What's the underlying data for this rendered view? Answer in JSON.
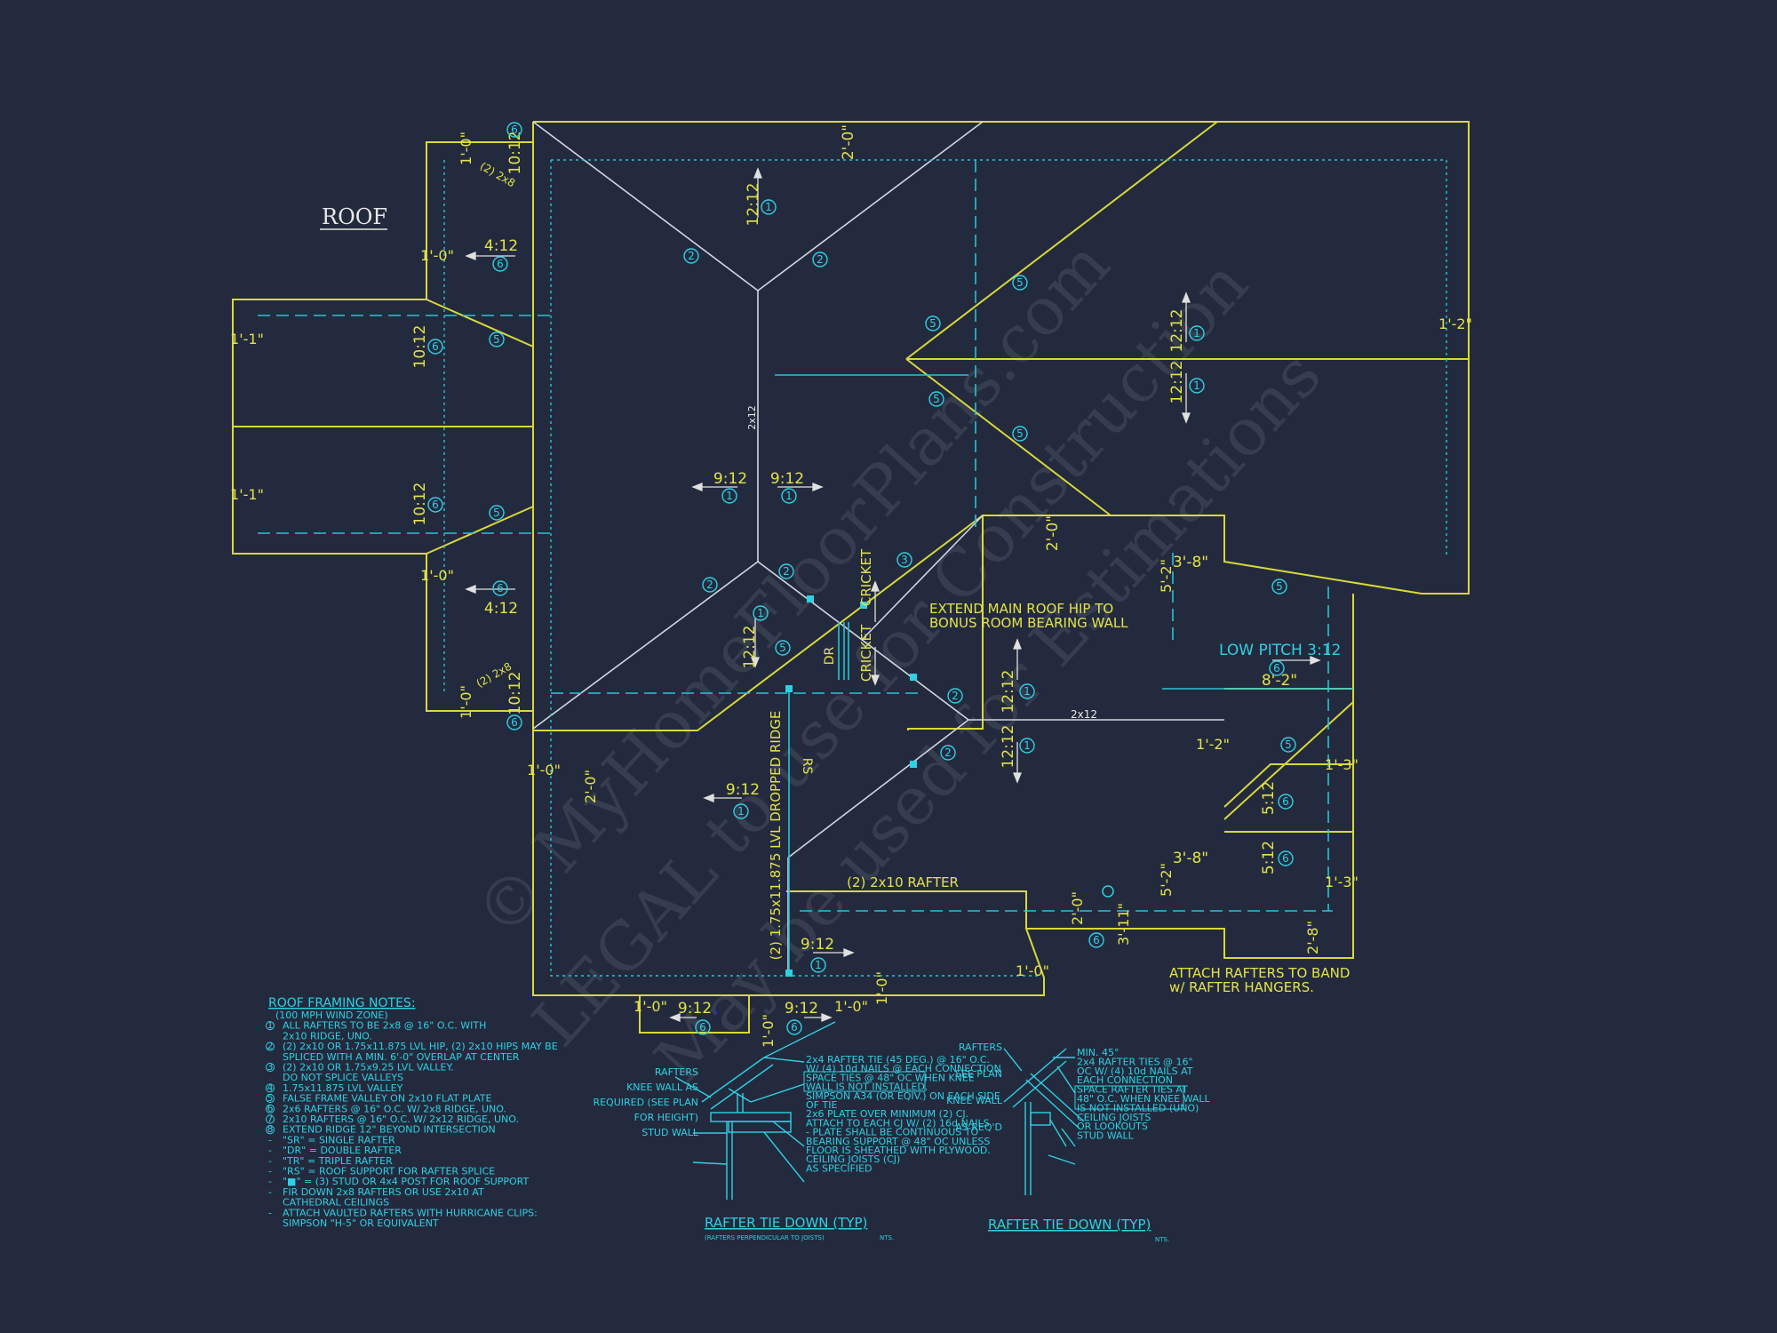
{
  "sheet_title": "ROOF",
  "callouts": {
    "extend_hip": [
      "EXTEND MAIN ROOF HIP TO",
      "BONUS ROOM BEARING WALL"
    ],
    "attach_band": [
      "ATTACH RAFTERS TO BAND",
      "w/ RAFTER HANGERS."
    ],
    "low_pitch": "LOW PITCH 3:12",
    "dropped_ridge": "(2) 1.75x11.875 LVL DROPPED RIDGE",
    "rafter_2x10": "(2) 2x10 RAFTER",
    "cricket": "CRICKET",
    "dr": "DR",
    "rs": "RS",
    "ridge_2x12": "2x12",
    "two_2x8": "(2) 2x8"
  },
  "pitches": {
    "p12": "12:12",
    "p9": "9:12",
    "p4": "4:12",
    "p10": "10:12",
    "p5": "5:12"
  },
  "dims": {
    "d1_0": "1'-0\"",
    "d2_0": "2'-0\"",
    "d1_1": "1'-1\"",
    "d1_2": "1'-2\"",
    "d1_3": "1'-3\"",
    "d3_8": "3'-8\"",
    "d5_2": "5'-2\"",
    "d8_2": "8'-2\"",
    "d2_8": "2'-8\"",
    "d3_11": "3'-11\""
  },
  "tags": [
    "1",
    "2",
    "3",
    "4",
    "5",
    "6"
  ],
  "notes": {
    "heading": "ROOF FRAMING NOTES:",
    "lines": [
      "(100 MPH WIND ZONE)",
      "ALL RAFTERS TO BE 2x8 @ 16\" O.C. WITH",
      "2x10 RIDGE, UNO.",
      "(2) 2x10 OR 1.75x11.875 LVL HIP, (2) 2x10 HIPS MAY BE",
      "SPLICED WITH A MIN. 6'-0\" OVERLAP AT CENTER",
      "(2) 2x10 OR 1.75x9.25 LVL VALLEY.",
      "DO NOT SPLICE VALLEYS",
      "1.75x11.875 LVL VALLEY",
      "FALSE FRAME VALLEY ON 2x10 FLAT PLATE",
      "2x6 RAFTERS @ 16\" O.C. W/ 2x8 RIDGE, UNO.",
      "2x10 RAFTERS @ 16\" O.C. W/ 2x12 RIDGE, UNO.",
      "EXTEND RIDGE 12\" BEYOND INTERSECTION",
      "\"SR\" = SINGLE RAFTER",
      "\"DR\" = DOUBLE RAFTER",
      "\"TR\" = TRIPLE RAFTER",
      "\"RS\" = ROOF SUPPORT FOR RAFTER SPLICE",
      "\"■\" = (3) STUD OR 4x4 POST FOR ROOF SUPPORT",
      "FIR DOWN 2x8 RAFTERS OR USE 2x10 AT",
      "CATHEDRAL CEILINGS",
      "ATTACH VAULTED RAFTERS WITH HURRICANE CLIPS:",
      "SIMPSON \"H-5\" OR EQUIVALENT"
    ],
    "markers": [
      "",
      "1",
      "",
      "2",
      "",
      "3",
      "",
      "4",
      "5",
      "6",
      "7",
      "8",
      "-",
      "-",
      "-",
      "-",
      "-",
      "-",
      "",
      "-",
      ""
    ]
  },
  "detail1": {
    "title": "RAFTER TIE DOWN (TYP)",
    "subtitle": "(RAFTERS PERPENDICULAR TO JOISTS)",
    "nts": "NTS.",
    "labels": [
      "2x4 RAFTER TIE (45 DEG.) @ 16\" O.C.",
      "W/ (4) 10d NAILS @ EACH CONNECTION",
      "SPACE TIES @ 48\" OC WHEN KNEE",
      "WALL IS NOT INSTALLED.",
      "SIMPSON A34 (OR EQIV.) ON EACH SIDE",
      "OF TIE",
      "2x6 PLATE OVER MINIMUM (2) CJ.",
      "ATTACH TO EACH CJ W/ (2) 16d NAILS",
      "- PLATE SHALL BE CONTINUOUS TO",
      "BEARING SUPPORT @ 48\" OC UNLESS",
      "FLOOR IS SHEATHED WITH PLYWOOD.",
      "CEILING JOISTS (CJ)",
      "AS SPECIFIED"
    ],
    "left_labels": [
      "RAFTERS",
      "KNEE WALL AS",
      "REQUIRED (SEE PLAN",
      "FOR HEIGHT)",
      "STUD WALL"
    ]
  },
  "detail2": {
    "title": "RAFTER TIE DOWN (TYP)",
    "nts": "NTS.",
    "labels": [
      "MIN. 45°",
      "2x4 RAFTER TIES @ 16\"",
      "OC W/ (4) 10d NAILS AT",
      "EACH CONNECTION",
      "SPACE RAFTER TIES AT",
      "48\" O.C. WHEN KNEE WALL",
      "IS NOT INSTALLED (UNO)",
      "CEILING JOISTS",
      "OR LOOKOUTS",
      "STUD WALL"
    ],
    "left_labels": [
      "RAFTERS",
      "SEE PLAN",
      "KNEE WALL",
      "AS REQ'D"
    ]
  },
  "watermark": [
    "© MyHomeFloorPlans.com",
    "LEGAL to use for Construction",
    "May be used for Estimations"
  ],
  "colors": {
    "background": "#232a3d",
    "outline": "#d8d83a",
    "framing": "#27c3d6",
    "hips": "#d2d6de"
  }
}
